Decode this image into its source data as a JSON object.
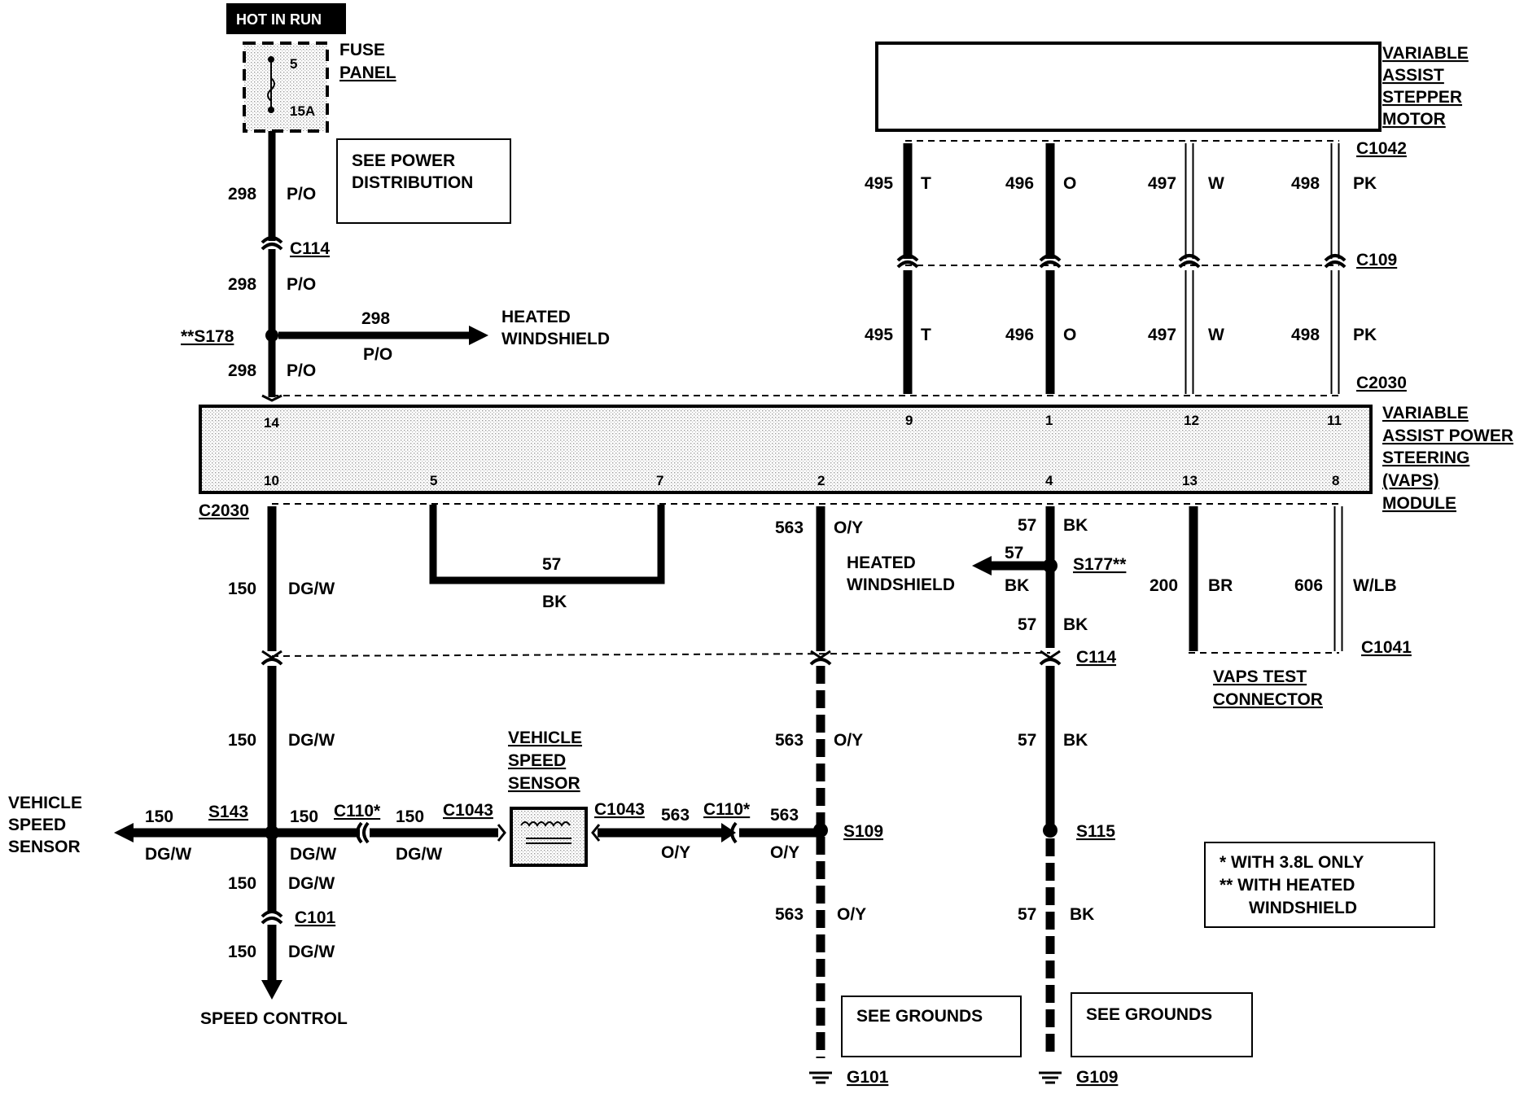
{
  "power": {
    "hot_in_run": "HOT IN RUN",
    "fuse_panel_1": "FUSE",
    "fuse_panel_2": "PANEL",
    "fuse_num": "5",
    "fuse_amp": "15A"
  },
  "notes": {
    "see_power_1": "SEE POWER",
    "see_power_2": "DISTRIBUTION",
    "heated_ws_1": "HEATED",
    "heated_ws_2": "WINDSHIELD",
    "see_grounds": "SEE GROUNDS",
    "legend_1": "*  WITH 3.8L ONLY",
    "legend_2": "** WITH HEATED",
    "legend_3": "WINDSHIELD",
    "vss_left_1": "VEHICLE",
    "vss_left_2": "SPEED",
    "vss_left_3": "SENSOR",
    "speed_control": "SPEED CONTROL",
    "vss_1": "VEHICLE",
    "vss_2": "SPEED",
    "vss_3": "SENSOR",
    "vaps_test_1": "VAPS TEST",
    "vaps_test_2": "CONNECTOR"
  },
  "components": {
    "stepper_1": "VARIABLE",
    "stepper_2": "ASSIST",
    "stepper_3": "STEPPER",
    "stepper_4": "MOTOR",
    "module_1": "VARIABLE",
    "module_2": "ASSIST POWER",
    "module_3": "STEERING",
    "module_4": "(VAPS)",
    "module_5": "MODULE"
  },
  "connectors": {
    "c114": "C114",
    "c2030": "C2030",
    "c1042": "C1042",
    "c109": "C109",
    "c1041": "C1041",
    "c101": "C101",
    "c110": "C110*",
    "c1043": "C1043"
  },
  "splices": {
    "s178": "**S178",
    "s177": "S177**",
    "s143": "S143",
    "s109": "S109",
    "s115": "S115"
  },
  "grounds": {
    "g101": "G101",
    "g109": "G109"
  },
  "pins": {
    "p14": "14",
    "p9": "9",
    "p1": "1",
    "p12": "12",
    "p11": "11",
    "p10": "10",
    "p5": "5",
    "p7": "7",
    "p2": "2",
    "p4": "4",
    "p13": "13",
    "p8": "8"
  },
  "circuits": {
    "c298": "298",
    "po": "P/O",
    "c495": "495",
    "t": "T",
    "c496": "496",
    "o": "O",
    "c497": "497",
    "w": "W",
    "c498": "498",
    "pk": "PK",
    "c150": "150",
    "dgw": "DG/W",
    "c57": "57",
    "bk": "BK",
    "c563": "563",
    "oy": "O/Y",
    "c200": "200",
    "br": "BR",
    "c606": "606",
    "wlb": "W/LB"
  },
  "colors": {
    "ink": "#000000",
    "paper": "#ffffff",
    "stipple": "#c8c8c8"
  }
}
